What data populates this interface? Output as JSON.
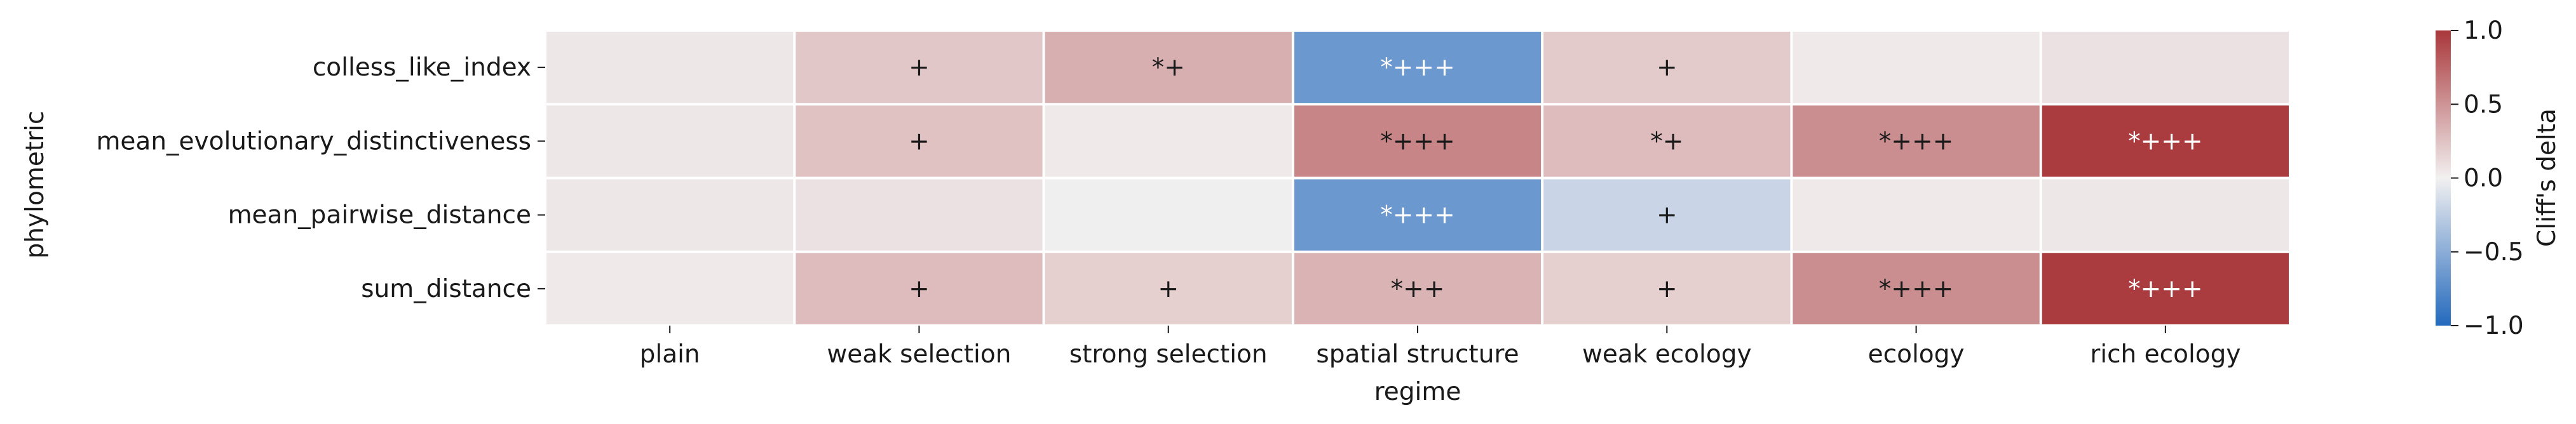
{
  "chart_data": {
    "type": "heatmap",
    "xlabel": "regime",
    "ylabel": "phylometric",
    "colorbar_label": "Cliff's delta",
    "colorbar_ticks": [
      {
        "value": 1.0,
        "label": "1.0"
      },
      {
        "value": 0.5,
        "label": "0.5"
      },
      {
        "value": 0.0,
        "label": "0.0"
      },
      {
        "value": -0.5,
        "label": "−0.5"
      },
      {
        "value": -1.0,
        "label": "−1.0"
      }
    ],
    "vmin": -1.0,
    "vmax": 1.0,
    "colormap": "vlag",
    "colors": {
      "low": "#2369bd",
      "mid": "#f2f0f0",
      "high": "#a9373b"
    },
    "x_categories": [
      "plain",
      "weak selection",
      "strong selection",
      "spatial structure",
      "weak ecology",
      "ecology",
      "rich ecology"
    ],
    "y_categories": [
      "colless_like_index",
      "mean_evolutionary_distinctiveness",
      "mean_pairwise_distance",
      "sum_distance"
    ],
    "values": [
      [
        0.05,
        0.22,
        0.35,
        -0.65,
        0.2,
        0.04,
        0.08
      ],
      [
        0.05,
        0.25,
        0.04,
        0.58,
        0.28,
        0.53,
        0.98
      ],
      [
        0.05,
        0.08,
        -0.01,
        -0.65,
        -0.2,
        0.04,
        0.05
      ],
      [
        0.04,
        0.28,
        0.18,
        0.33,
        0.18,
        0.53,
        0.98
      ]
    ],
    "annotations": [
      [
        "",
        "+",
        "*+",
        "*+++",
        "+",
        "",
        ""
      ],
      [
        "",
        "+",
        "",
        "*+++",
        "*+",
        "*+++",
        "*+++"
      ],
      [
        "",
        "",
        "",
        "*+++",
        "+",
        "",
        ""
      ],
      [
        "",
        "+",
        "+",
        "*++",
        "+",
        "*+++",
        "*+++"
      ]
    ]
  }
}
